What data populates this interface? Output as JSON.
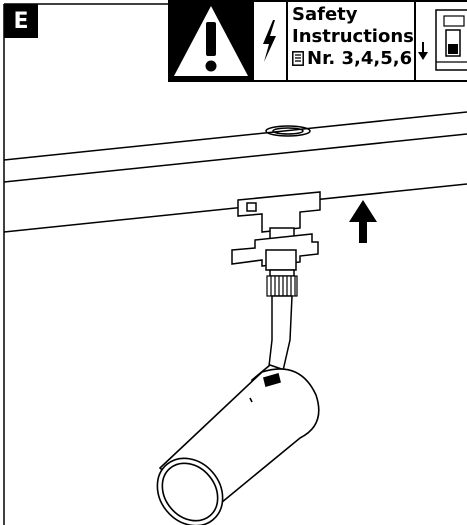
{
  "step": {
    "label": "E"
  },
  "safety": {
    "title_line1": "Safety",
    "title_line2": "Instructions",
    "ref": "Nr. 3,4,5,6"
  },
  "colors": {
    "ink": "#000000",
    "paper": "#ffffff"
  },
  "icons": [
    "warning-triangle-icon",
    "lightning-bolt-icon",
    "document-icon",
    "circuit-breaker-switch-icon",
    "arrow-down-icon",
    "arrow-up-icon"
  ]
}
